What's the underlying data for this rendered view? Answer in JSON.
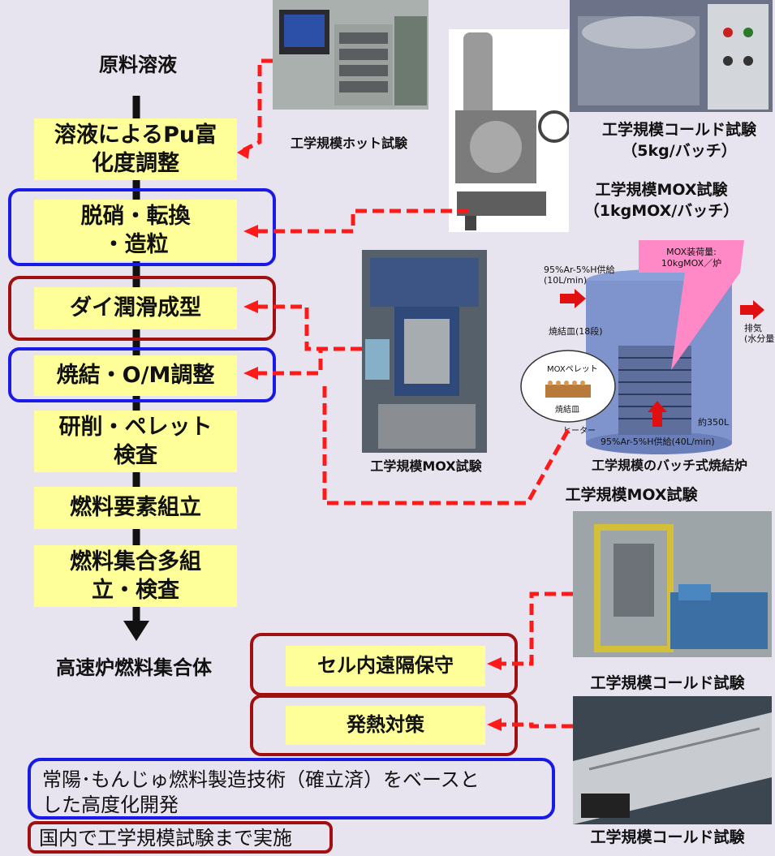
{
  "flow": {
    "start": "原料溶液",
    "steps": [
      "溶液によるPu富\n化度調整",
      "脱硝・転換\n・造粒",
      "ダイ潤滑成型",
      "焼結・O/M調整",
      "研削・ペレット\n検査",
      "燃料要素組立",
      "燃料集合多組\n立・検査"
    ],
    "end": "高速炉燃料集合体"
  },
  "side_boxes": [
    "セル内遠隔保守",
    "発熱対策"
  ],
  "photo_labels": {
    "hot_test": "工学規模ホット試験",
    "cold_test_1": "工学規模コールド試験\n（5kg/バッチ）",
    "mox_test_1": "工学規模MOX試験\n（1kgMOX/バッチ）",
    "mox_test_2": "工学規模MOX試験",
    "furnace": "工学規模のバッチ式焼結炉",
    "mox_test_3": "工学規模MOX試験",
    "cold_test_2": "工学規模コールド試験",
    "cold_test_3": "工学規模コールド試験"
  },
  "furnace_diagram": {
    "callout": "MOX装荷量:\n10kgMOX／炉",
    "gas_in_top": "95%Ar-5%H供給\n(10L/min)",
    "exhaust": "排気\n(水分量をモニタ",
    "tray": "焼結皿(18段)",
    "pellet": "MOXペレット",
    "tray2": "焼結皿",
    "heater": "ヒーター",
    "volume": "約350L",
    "gas_in_bottom": "95%Ar-5%H供給(40L/min)"
  },
  "legend": {
    "blue": "常陽･もんじゅ燃料製造技術（確立済）をベースと\nした高度化開発",
    "red": "国内で工学規模試験まで実施"
  },
  "colors": {
    "background": "#e8e4ef",
    "step_fill": "#ffff99",
    "blue": "#1a1ae6",
    "red": "#a01010",
    "arrow": "#ff1a1a"
  }
}
